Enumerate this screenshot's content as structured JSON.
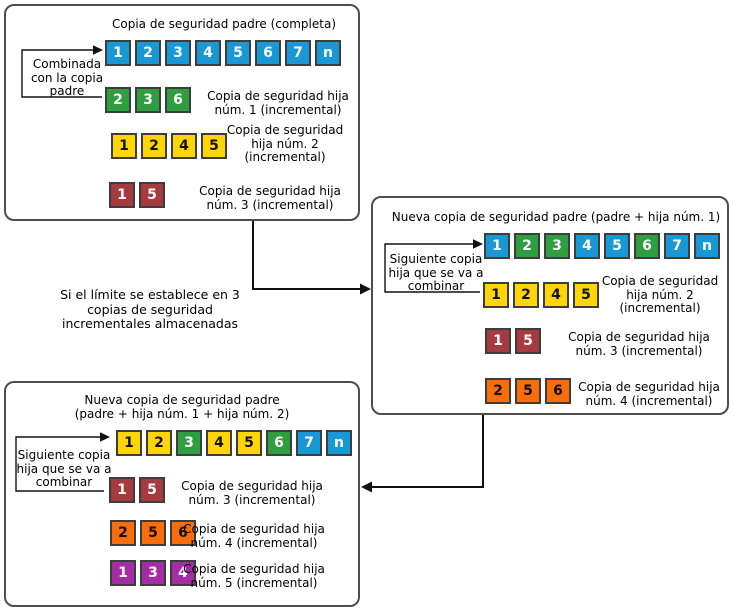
{
  "palette": {
    "blue": "#1899d6",
    "green": "#2f9e41",
    "yellow": "#ffd503",
    "red": "#a63a40",
    "orange": "#fa6e0a",
    "purple": "#a42ca4",
    "block_border": "#3d3d3d",
    "box_border": "#4d4d4d",
    "line": "#111111"
  },
  "dark_text_on": [
    "yellow",
    "orange"
  ],
  "center_note": {
    "lines": [
      "Si el límite se establece en 3",
      "copias de seguridad",
      "incrementales almacenadas"
    ]
  },
  "boxes": [
    {
      "name": "parent-backup",
      "title_lines": [
        "Copia de seguridad padre (completa)"
      ],
      "merge_note_lines": [
        "Combinada",
        "con la copia",
        "padre"
      ],
      "rows": [
        {
          "label_lines": [],
          "blocks": [
            {
              "n": "1",
              "color": "blue"
            },
            {
              "n": "2",
              "color": "blue"
            },
            {
              "n": "3",
              "color": "blue"
            },
            {
              "n": "4",
              "color": "blue"
            },
            {
              "n": "5",
              "color": "blue"
            },
            {
              "n": "6",
              "color": "blue"
            },
            {
              "n": "7",
              "color": "blue"
            },
            {
              "n": "n",
              "color": "blue"
            }
          ]
        },
        {
          "label_lines": [
            "Copia de seguridad hija",
            "núm. 1 (incremental)"
          ],
          "blocks": [
            {
              "n": "2",
              "color": "green"
            },
            {
              "n": "3",
              "color": "green"
            },
            {
              "n": "6",
              "color": "green"
            }
          ]
        },
        {
          "label_lines": [
            "Copia de seguridad",
            "hija núm. 2",
            "(incremental)"
          ],
          "blocks": [
            {
              "n": "1",
              "color": "yellow"
            },
            {
              "n": "2",
              "color": "yellow"
            },
            {
              "n": "4",
              "color": "yellow"
            },
            {
              "n": "5",
              "color": "yellow"
            }
          ]
        },
        {
          "label_lines": [
            "Copia de seguridad hija",
            "núm. 3 (incremental)"
          ],
          "blocks": [
            {
              "n": "1",
              "color": "red"
            },
            {
              "n": "5",
              "color": "red"
            }
          ]
        }
      ]
    },
    {
      "name": "new-parent-backup-1",
      "title_lines": [
        "Nueva copia de seguridad padre (padre + hija núm. 1)"
      ],
      "merge_note_lines": [
        "Siguiente copia",
        "hija que se va a",
        "combinar"
      ],
      "rows": [
        {
          "label_lines": [],
          "blocks": [
            {
              "n": "1",
              "color": "blue"
            },
            {
              "n": "2",
              "color": "green"
            },
            {
              "n": "3",
              "color": "green"
            },
            {
              "n": "4",
              "color": "blue"
            },
            {
              "n": "5",
              "color": "blue"
            },
            {
              "n": "6",
              "color": "green"
            },
            {
              "n": "7",
              "color": "blue"
            },
            {
              "n": "n",
              "color": "blue"
            }
          ]
        },
        {
          "label_lines": [
            "Copia de seguridad",
            "hija núm. 2",
            "(incremental)"
          ],
          "blocks": [
            {
              "n": "1",
              "color": "yellow"
            },
            {
              "n": "2",
              "color": "yellow"
            },
            {
              "n": "4",
              "color": "yellow"
            },
            {
              "n": "5",
              "color": "yellow"
            }
          ]
        },
        {
          "label_lines": [
            "Copia de seguridad hija",
            "núm. 3 (incremental)"
          ],
          "blocks": [
            {
              "n": "1",
              "color": "red"
            },
            {
              "n": "5",
              "color": "red"
            }
          ]
        },
        {
          "label_lines": [
            "Copia de seguridad hija",
            "núm. 4 (incremental)"
          ],
          "blocks": [
            {
              "n": "2",
              "color": "orange"
            },
            {
              "n": "5",
              "color": "orange"
            },
            {
              "n": "6",
              "color": "orange"
            }
          ]
        }
      ]
    },
    {
      "name": "new-parent-backup-2",
      "title_lines": [
        "Nueva copia de seguridad padre",
        "(padre + hija núm. 1 + hija núm. 2)"
      ],
      "merge_note_lines": [
        "Siguiente copia",
        "hija que se va a",
        "combinar"
      ],
      "rows": [
        {
          "label_lines": [],
          "blocks": [
            {
              "n": "1",
              "color": "yellow"
            },
            {
              "n": "2",
              "color": "yellow"
            },
            {
              "n": "3",
              "color": "green"
            },
            {
              "n": "4",
              "color": "yellow"
            },
            {
              "n": "5",
              "color": "yellow"
            },
            {
              "n": "6",
              "color": "green"
            },
            {
              "n": "7",
              "color": "blue"
            },
            {
              "n": "n",
              "color": "blue"
            }
          ]
        },
        {
          "label_lines": [
            "Copia de seguridad hija",
            "núm. 3 (incremental)"
          ],
          "blocks": [
            {
              "n": "1",
              "color": "red"
            },
            {
              "n": "5",
              "color": "red"
            }
          ]
        },
        {
          "label_lines": [
            "Copia de seguridad hija",
            "núm. 4 (incremental)"
          ],
          "blocks": [
            {
              "n": "2",
              "color": "orange"
            },
            {
              "n": "5",
              "color": "orange"
            },
            {
              "n": "6",
              "color": "orange"
            }
          ]
        },
        {
          "label_lines": [
            "Copia de seguridad hija",
            "núm. 5 (incremental)"
          ],
          "blocks": [
            {
              "n": "1",
              "color": "purple"
            },
            {
              "n": "3",
              "color": "purple"
            },
            {
              "n": "4",
              "color": "purple"
            }
          ]
        }
      ]
    }
  ]
}
